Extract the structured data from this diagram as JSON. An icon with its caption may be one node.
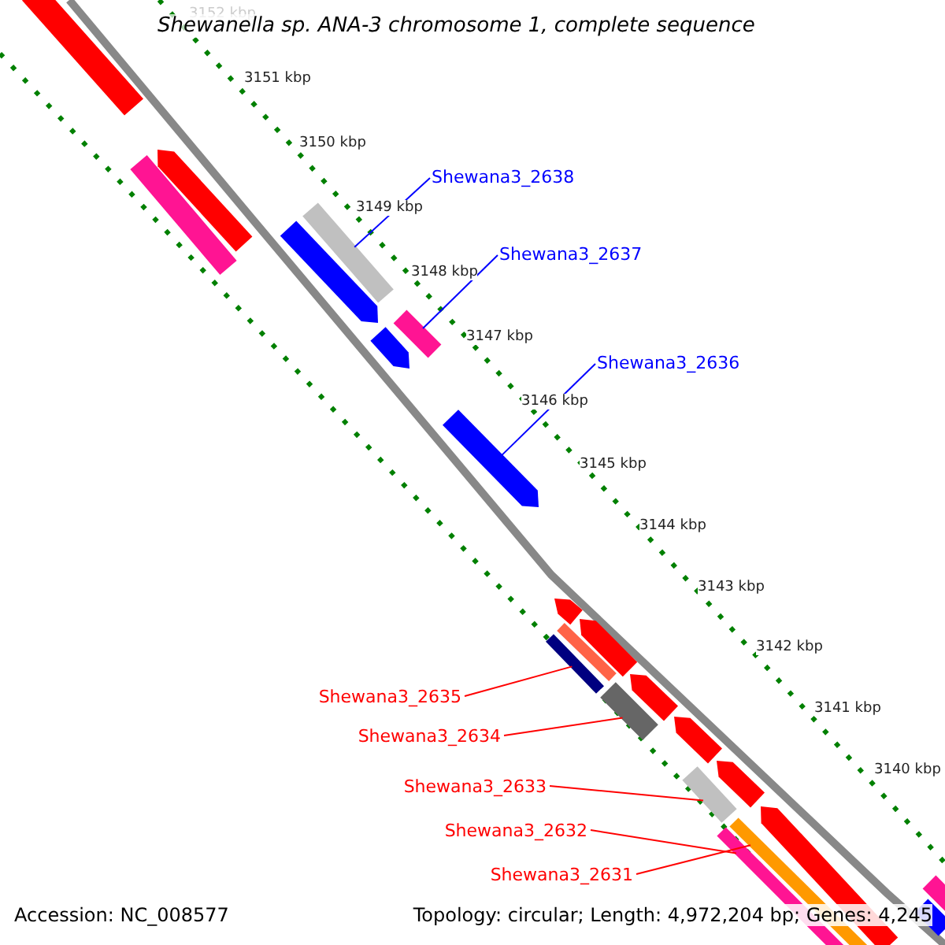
{
  "diagram": {
    "title": "Shewanella sp. ANA-3 chromosome 1, complete sequence",
    "nodes": [
      {
        "text": [
          "Shewana3_2638"
        ]
      },
      {
        "text": [
          "Shewana3_2637"
        ]
      },
      {
        "text": [
          "Shewana3_2636"
        ]
      },
      {
        "text": [
          "Shewana3_2635"
        ]
      },
      {
        "text": [
          "Shewana3_2634"
        ]
      },
      {
        "text": [
          "Shewana3_2633"
        ]
      },
      {
        "text": [
          "Shewana3_2632"
        ]
      },
      {
        "text": [
          "Shewana3_2631"
        ]
      },
      {
        "text": [],
        "shape": "bar"
      },
      {
        "text": [],
        "shape": "bar"
      },
      {
        "text": [],
        "shape": "bar"
      },
      {
        "text": [],
        "shape": "bar"
      },
      {
        "text": [],
        "shape": "bar"
      },
      {
        "text": [],
        "shape": "bar"
      },
      {
        "text": [],
        "shape": "bar"
      },
      {
        "text": [],
        "shape": "bar"
      },
      {
        "text": [],
        "shape": "bar"
      },
      {
        "text": [],
        "shape": "bar"
      },
      {
        "text": [],
        "shape": "bar"
      },
      {
        "text": [],
        "shape": "bar"
      },
      {
        "text": [],
        "shape": "bar"
      },
      {
        "text": [],
        "shape": "bar"
      },
      {
        "text": [],
        "shape": "bar"
      },
      {
        "text": [],
        "shape": "bar"
      },
      {
        "text": [],
        "shape": "bar"
      },
      {
        "text": [],
        "shape": "bar"
      },
      {
        "text": [],
        "shape": "bar"
      },
      {
        "text": [],
        "shape": "bar"
      },
      {
        "text": [],
        "shape": "bar"
      },
      {
        "text": [],
        "shape": "bar"
      }
    ],
    "edges": [
      {
        "from": 0,
        "to": 8,
        "arrow": "none",
        "color": "#0000ff"
      },
      {
        "from": 1,
        "to": 9,
        "arrow": "none",
        "color": "#0000ff"
      },
      {
        "from": 2,
        "to": 10,
        "arrow": "none",
        "color": "#0000ff"
      },
      {
        "from": 3,
        "to": 11,
        "arrow": "none"
      },
      {
        "from": 4,
        "to": 12,
        "arrow": "none"
      },
      {
        "from": 5,
        "to": 13,
        "arrow": "none"
      },
      {
        "from": 6,
        "to": 14,
        "arrow": "none"
      },
      {
        "from": 7,
        "to": 15,
        "arrow": "none"
      }
    ],
    "labels": [
      "3152 kbp",
      "3151 kbp",
      "3150 kbp",
      "3149 kbp",
      "3148 kbp",
      "3147 kbp",
      "3146 kbp",
      "3145 kbp",
      "3144 kbp",
      "3143 kbp",
      "3142 kbp",
      "3141 kbp",
      "3140 kbp",
      "Accession: NC_008577",
      "Topology: circular; Length: 4,972,204 bp; Genes: 4,245"
    ]
  }
}
